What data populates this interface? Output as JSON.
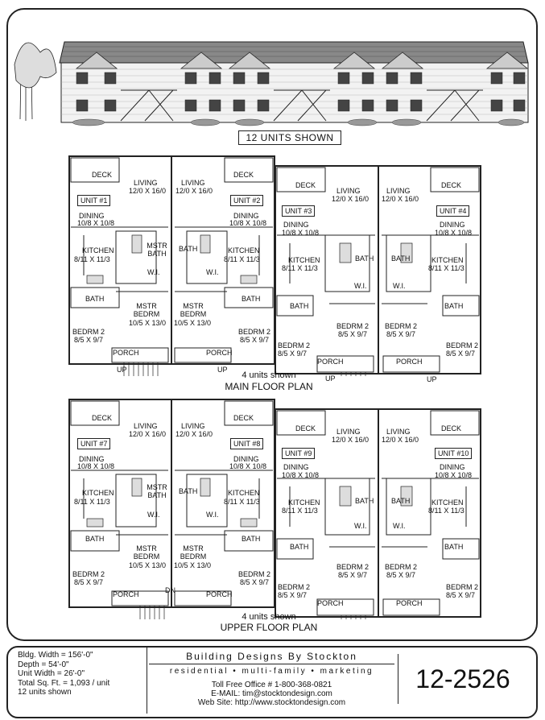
{
  "elevation": {
    "caption": "12 UNITS SHOWN"
  },
  "main_floor": {
    "sub": "4 units shown",
    "title": "MAIN FLOOR PLAN",
    "units": [
      {
        "label": "UNIT #1",
        "deck": "DECK",
        "living": "LIVING",
        "living_dim": "12/0 X 16/0",
        "dining": "DINING",
        "dining_dim": "10/8 X 10/8",
        "kitchen": "KITCHEN",
        "kitchen_dim": "8/11 X 11/3",
        "bath": "BATH",
        "bath2": "MSTR BATH",
        "wi": "W.I.",
        "bed": "MSTR BEDRM",
        "bed_dim": "10/5 X 13/0",
        "bed2": "BEDRM 2",
        "bed2_dim": "8/5 X 9/7",
        "porch": "PORCH",
        "up": "UP"
      },
      {
        "label": "UNIT #2",
        "deck": "DECK",
        "living": "LIVING",
        "living_dim": "12/0 X 16/0",
        "dining": "DINING",
        "dining_dim": "10/8 X 10/8",
        "kitchen": "KITCHEN",
        "kitchen_dim": "8/11 X 11/3",
        "bath": "BATH",
        "bath2": "BATH",
        "wi": "W.I.",
        "bed": "MSTR BEDRM",
        "bed_dim": "10/5 X 13/0",
        "bed2": "BEDRM 2",
        "bed2_dim": "8/5 X 9/7",
        "porch": "PORCH",
        "up": "UP"
      },
      {
        "label": "UNIT #3",
        "deck": "DECK",
        "living": "LIVING",
        "living_dim": "12/0 X 16/0",
        "dining": "DINING",
        "dining_dim": "10/8 X 10/8",
        "kitchen": "KITCHEN",
        "kitchen_dim": "8/11 X 11/3",
        "bath": "BATH",
        "bath2": "BATH",
        "wi": "W.I.",
        "bed": "BEDRM 2",
        "bed_dim": "8/5 X 9/7",
        "bed2": "BEDRM 2",
        "bed2_dim": "8/5 X 9/7",
        "porch": "PORCH",
        "up": "UP"
      },
      {
        "label": "UNIT #4",
        "deck": "DECK",
        "living": "LIVING",
        "living_dim": "12/0 X 16/0",
        "dining": "DINING",
        "dining_dim": "10/8 X 10/8",
        "kitchen": "KITCHEN",
        "kitchen_dim": "8/11 X 11/3",
        "bath": "BATH",
        "bath2": "BATH",
        "wi": "W.I.",
        "bed": "BEDRM 2",
        "bed_dim": "8/5 X 9/7",
        "bed2": "BEDRM 2",
        "bed2_dim": "8/5 X 9/7",
        "porch": "PORCH",
        "up": "UP"
      }
    ]
  },
  "upper_floor": {
    "sub": "4 units shown",
    "title": "UPPER FLOOR PLAN",
    "dn": "DN",
    "units": [
      {
        "label": "UNIT #7",
        "deck": "DECK",
        "living": "LIVING",
        "living_dim": "12/0 X 16/0",
        "dining": "DINING",
        "dining_dim": "10/8 X 10/8",
        "kitchen": "KITCHEN",
        "kitchen_dim": "8/11 X 11/3",
        "bath": "BATH",
        "bath2": "MSTR BATH",
        "wi": "W.I.",
        "bed": "MSTR BEDRM",
        "bed_dim": "10/5 X 13/0",
        "bed2": "BEDRM 2",
        "bed2_dim": "8/5 X 9/7",
        "porch": "PORCH"
      },
      {
        "label": "UNIT #8",
        "deck": "DECK",
        "living": "LIVING",
        "living_dim": "12/0 X 16/0",
        "dining": "DINING",
        "dining_dim": "10/8 X 10/8",
        "kitchen": "KITCHEN",
        "kitchen_dim": "8/11 X 11/3",
        "bath": "BATH",
        "bath2": "BATH",
        "wi": "W.I.",
        "bed": "MSTR BEDRM",
        "bed_dim": "10/5 X 13/0",
        "bed2": "BEDRM 2",
        "bed2_dim": "8/5 X 9/7",
        "porch": "PORCH"
      },
      {
        "label": "UNIT #9",
        "deck": "DECK",
        "living": "LIVING",
        "living_dim": "12/0 X 16/0",
        "dining": "DINING",
        "dining_dim": "10/8 X 10/8",
        "kitchen": "KITCHEN",
        "kitchen_dim": "8/11 X 11/3",
        "bath": "BATH",
        "bath2": "BATH",
        "wi": "W.I.",
        "bed": "BEDRM 2",
        "bed_dim": "8/5 X 9/7",
        "bed2": "BEDRM 2",
        "bed2_dim": "8/5 X 9/7",
        "porch": "PORCH"
      },
      {
        "label": "UNIT #10",
        "deck": "DECK",
        "living": "LIVING",
        "living_dim": "12/0 X 16/0",
        "dining": "DINING",
        "dining_dim": "10/8 X 10/8",
        "kitchen": "KITCHEN",
        "kitchen_dim": "8/11 X 11/3",
        "bath": "BATH",
        "bath2": "BATH",
        "wi": "W.I.",
        "bed": "BEDRM 2",
        "bed_dim": "8/5 X 9/7",
        "bed2": "BEDRM 2",
        "bed2_dim": "8/5 X 9/7",
        "porch": "PORCH"
      }
    ]
  },
  "specs": {
    "bldg_width": "Bldg. Width   = 156'-0\"",
    "depth": "Depth            = 54'-0\"",
    "unit_width": "Unit Width    = 26'-0\"",
    "total": "Total Sq. Ft. = 1,093 / unit",
    "units": "12 units shown"
  },
  "company": {
    "name": "Building Designs By Stockton",
    "tagline": "residential • multi-family • marketing",
    "phone": "Toll Free Office # 1-800-368-0821",
    "email": "E-MAIL:  tim@stocktondesign.com",
    "web": "Web Site:  http://www.stocktondesign.com"
  },
  "plan_number": "12-2526"
}
